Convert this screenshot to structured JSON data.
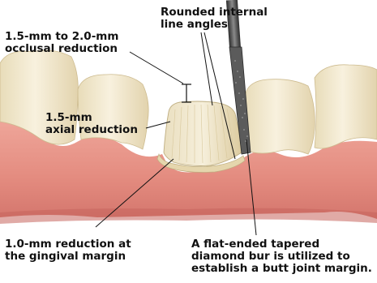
{
  "labels": {
    "rounded_angles": {
      "line1": "Rounded internal",
      "line2": "line angles"
    },
    "occlusal": {
      "line1": "1.5-mm to 2.0-mm",
      "line2": "occlusal reduction"
    },
    "axial": {
      "line1": "1.5-mm",
      "line2": "axial reduction"
    },
    "gingival": {
      "line1": "1.0-mm reduction at",
      "line2": "the gingival margin"
    },
    "bur": {
      "line1": "A flat-ended tapered",
      "line2": "diamond bur is utilized to",
      "line3": "establish a butt joint margin."
    }
  },
  "colors": {
    "gingiva": "#e7968b",
    "gingiva_dark": "#c85a54",
    "tooth": "#f3ead2",
    "tooth_shadow": "#d9c9a4",
    "prep": "#efe6c8",
    "bur_shaft": "#4a4a4a",
    "bur_diamond": "#6b6b6b",
    "leader": "#111111"
  }
}
